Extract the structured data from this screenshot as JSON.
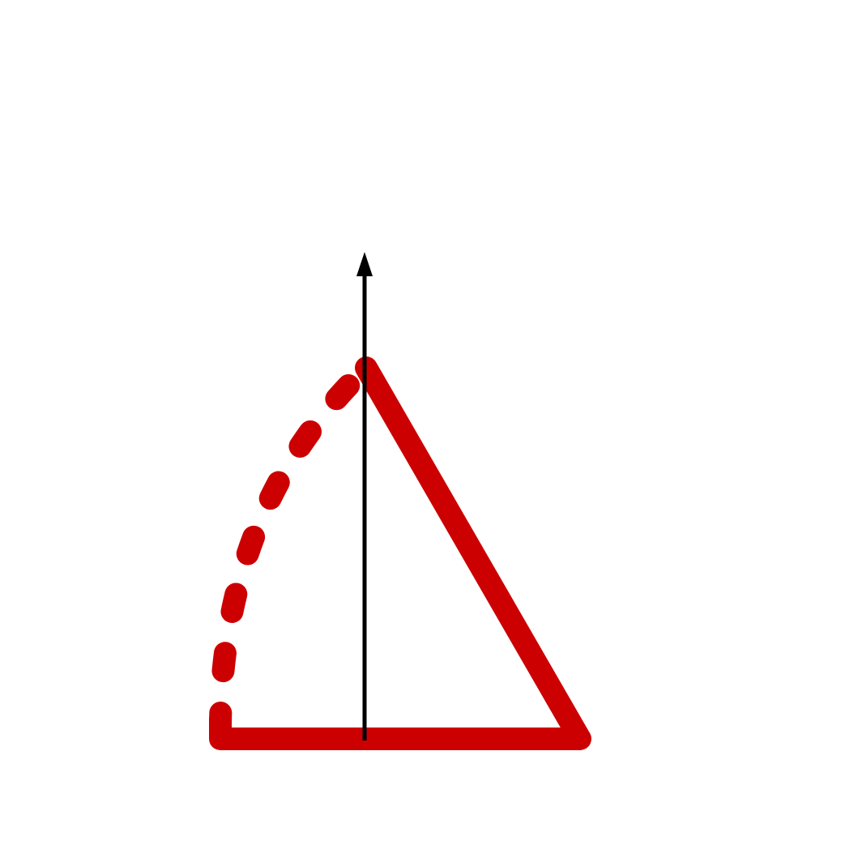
{
  "diagram": {
    "colors": {
      "background": "#ffffff",
      "shape": "#cc0000",
      "axis": "#000000"
    },
    "elements": [
      {
        "name": "solid-triangle-outline",
        "kind": "solid red polyline (base and hypotenuse)"
      },
      {
        "name": "dashed-arc",
        "kind": "dashed red curve"
      },
      {
        "name": "vertical-axis-arrow",
        "kind": "black arrow pointing up"
      }
    ]
  }
}
